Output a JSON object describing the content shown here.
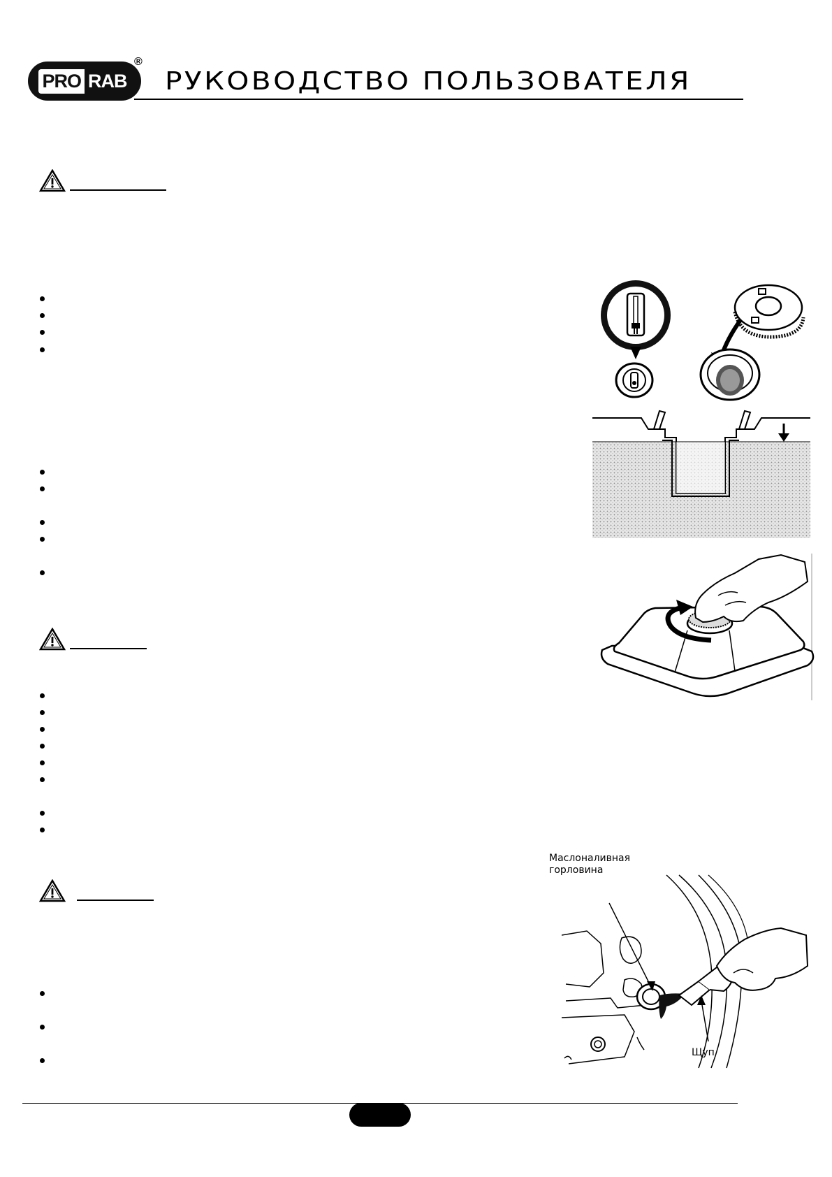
{
  "header": {
    "logo_part1": "PRO",
    "logo_part2": "RAB",
    "registered_mark": "®",
    "title": "РУКОВОДСТВО ПОЛЬЗОВАТЕЛЯ"
  },
  "icons": [
    "warning-icon",
    "bullet-icon"
  ],
  "figures": {
    "oil_fill": {
      "label_filler_neck": "Маслоналивная\nгорловина",
      "label_dipstick": "Щуп"
    }
  },
  "colors": {
    "ink": "#000000",
    "paper": "#ffffff",
    "fill_gray": "#d8d8d8"
  }
}
